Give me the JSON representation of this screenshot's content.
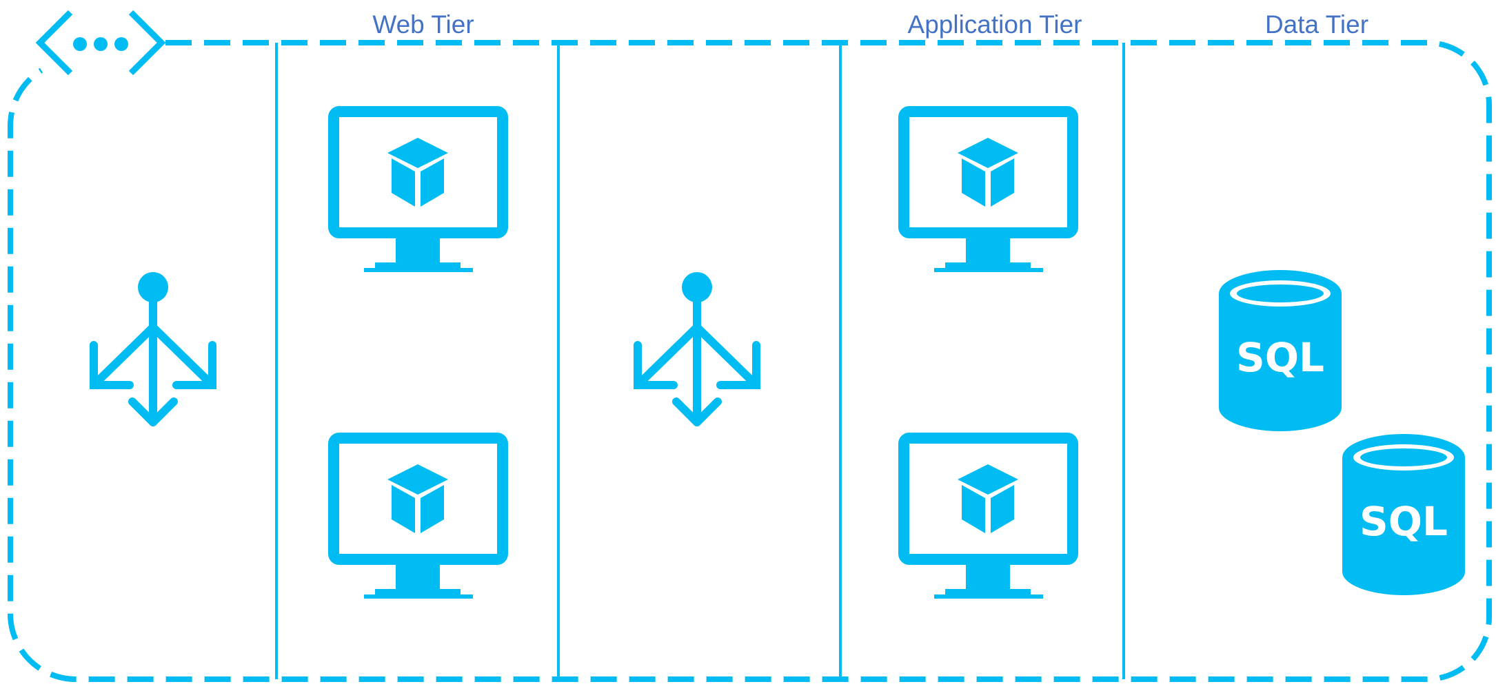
{
  "colors": {
    "accent": "#00bcf2",
    "label": "#4472c4",
    "background": "#ffffff"
  },
  "tiers": {
    "web": "Web Tier",
    "application": "Application Tier",
    "data": "Data Tier"
  },
  "databases": {
    "db1": "SQL",
    "db2": "SQL"
  },
  "icons": {
    "vnet": "virtual-network-icon",
    "load_balancer": "load-balancer-icon",
    "vm": "virtual-machine-icon",
    "database": "sql-database-icon"
  }
}
